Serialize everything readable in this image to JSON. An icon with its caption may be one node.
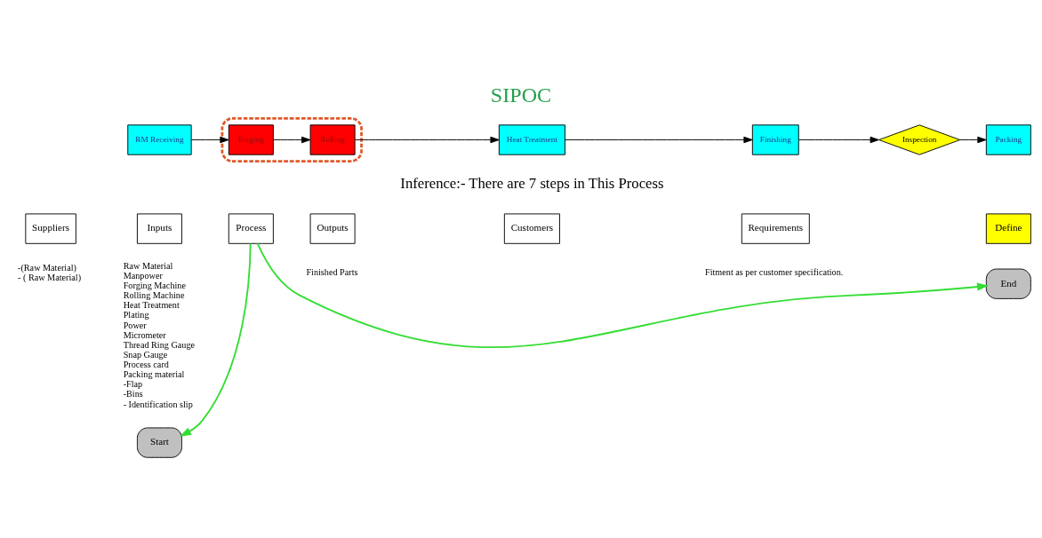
{
  "diagram": {
    "title": "SIPOC",
    "caption": "Inference:- There are 7 steps in This Process",
    "nodes": [
      {
        "text": [
          "Define"
        ]
      },
      {
        "text": [
          "Suppliers"
        ],
        "beside": [
          "-(Raw Material)",
          "- ( Raw Material)"
        ]
      },
      {
        "text": [
          "Inputs"
        ],
        "beside": [
          "Raw Material",
          "Manpower",
          "Forging Machine",
          "Rolling Machine",
          "Heat Treatment",
          "Plating",
          "Power",
          "Micrometer",
          "Thread Ring Gauge",
          "Snap Gauge",
          "Process card",
          "Packing material",
          "-Flap",
          "-Bins",
          "- Identification slip"
        ]
      },
      {
        "text": [
          "Process"
        ]
      },
      {
        "text": [
          "Outputs"
        ],
        "beside": [
          "Finished Parts"
        ]
      },
      {
        "text": [
          "Customers"
        ]
      },
      {
        "text": [
          "Requirements"
        ],
        "beside": [
          "Fitment as per customer specification."
        ]
      },
      {
        "text": [
          "Start"
        ]
      },
      {
        "text": [
          "End"
        ]
      },
      {
        "text": [
          "RM Receiving"
        ]
      },
      {
        "text": [],
        "shape": "ellipse"
      },
      {
        "text": [
          "Forging"
        ],
        "in": 10
      },
      {
        "text": [
          "Rolling"
        ],
        "in": 10
      },
      {
        "text": [
          "Heat Treatment"
        ]
      },
      {
        "text": [
          "Finishing"
        ]
      },
      {
        "text": [
          "Inspection"
        ]
      },
      {
        "text": [
          "Packing"
        ]
      }
    ],
    "edges": [
      {
        "from": 3,
        "to": 7,
        "arrow": "to",
        "color": "#33dd33"
      },
      {
        "from": 3,
        "to": 8,
        "arrow": "to",
        "color": "#33dd33"
      },
      {
        "from": 9,
        "to": 11,
        "arrow": "to"
      },
      {
        "from": 11,
        "to": 12,
        "arrow": "to"
      },
      {
        "from": 12,
        "to": 13,
        "arrow": "to"
      },
      {
        "from": 13,
        "to": 14,
        "arrow": "to"
      },
      {
        "from": 14,
        "to": 15,
        "arrow": "to"
      },
      {
        "from": 15,
        "to": 16,
        "arrow": "to"
      }
    ]
  }
}
